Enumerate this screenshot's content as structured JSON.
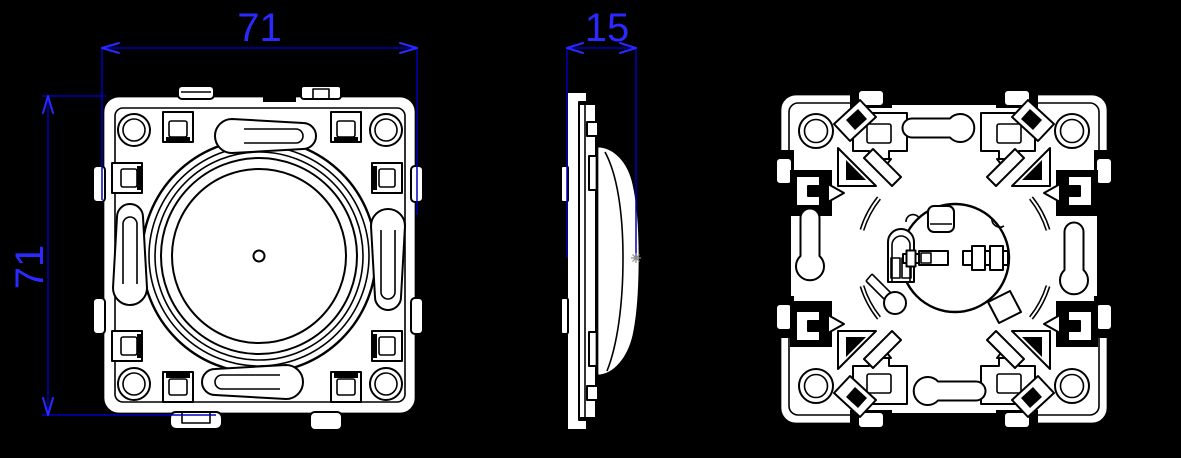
{
  "drawing": {
    "views": {
      "front": "front-view",
      "side": "side-view",
      "rear": "rear-view"
    },
    "dimensions": {
      "front_width_mm": "71",
      "front_height_mm": "71",
      "side_depth_mm": "15"
    },
    "colors": {
      "background": "#000000",
      "drawing_fill": "#ffffff",
      "drawing_line": "#000000",
      "dimension_line": "#0000b8",
      "dimension_text": "#2a2aff"
    }
  }
}
